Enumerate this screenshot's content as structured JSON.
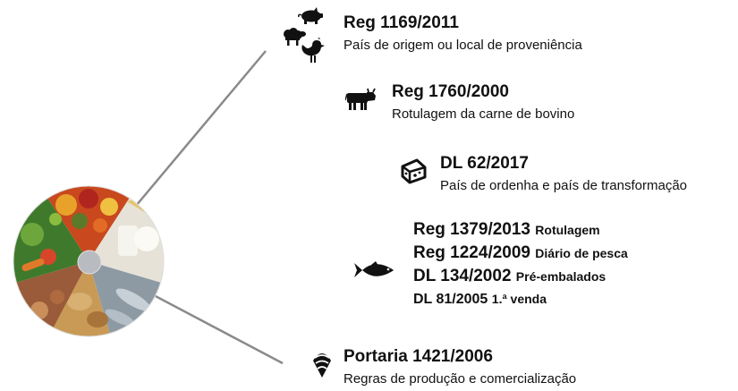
{
  "colors": {
    "connector": "#8a8a8a",
    "icon": "#111111",
    "text": "#111111"
  },
  "icons": [
    "pig-icon",
    "sheep-icon",
    "chicken-icon",
    "cow-icon",
    "cheese-icon",
    "fish-icon",
    "shell-icon"
  ],
  "regulations": [
    {
      "id": "reg-1169",
      "title": "Reg 1169/2011",
      "subtitle": "País de origem ou local de proveniência"
    },
    {
      "id": "reg-1760",
      "title": "Reg 1760/2000",
      "subtitle": "Rotulagem da carne de bovino"
    },
    {
      "id": "dl-62",
      "title": "DL 62/2017",
      "subtitle": "País de ordenha e país de transformação"
    },
    {
      "id": "portaria-1421",
      "title": "Portaria 1421/2006",
      "subtitle": "Regras de produção e comercialização"
    }
  ],
  "fish_regulations": [
    {
      "code": "Reg 1379/2013",
      "desc": "Rotulagem"
    },
    {
      "code": "Reg 1224/2009",
      "desc": "Diário de pesca"
    },
    {
      "code": "DL 134/2002",
      "desc": "Pré-embalados"
    },
    {
      "code": "DL 81/2005",
      "desc": "1.ª venda"
    }
  ]
}
